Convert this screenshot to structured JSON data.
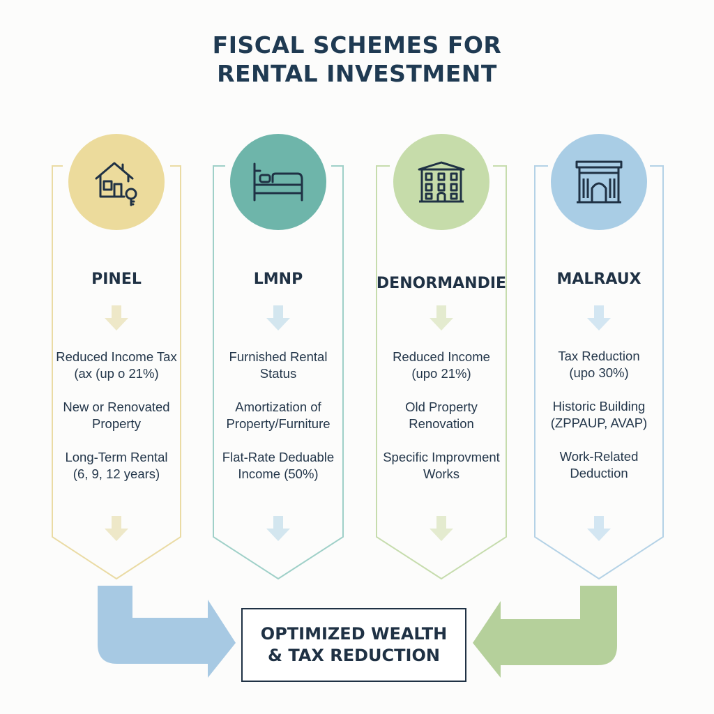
{
  "title": {
    "line1": "FISCAL SCHEMES FOR",
    "line2": "RENTAL INVESTMENT"
  },
  "schemes": [
    {
      "name": "PINEL",
      "icon": "house-key-icon",
      "accent": "#ecdb9c",
      "border": "#eadba4",
      "arrow": "#eee8c8",
      "features": [
        "Reduced Income Tax\n(ax (up o 21%)",
        "New or Renovated\nProperty",
        "Long-Term Rental\n(6, 9, 12 years)"
      ]
    },
    {
      "name": "LMNP",
      "icon": "bed-icon",
      "accent": "#6eb5aa",
      "border": "#9fd0c8",
      "arrow": "#d3e6ef",
      "features": [
        "Furnished Rental\nStatus",
        "Amortization of\nProperty/Furniture",
        "Flat-Rate Deduable\nIncome (50%)"
      ]
    },
    {
      "name": "DENORMANDIE",
      "icon": "old-building-icon",
      "accent": "#c6dcaa",
      "border": "#c6dcad",
      "arrow": "#e4ebcf",
      "features": [
        "Reduced Income\n(upo 21%)",
        "Old Property\nRenovation",
        "Specific Improvment\nWorks"
      ]
    },
    {
      "name": "MALRAUX",
      "icon": "arch-monument-icon",
      "accent": "#a9cde5",
      "border": "#b4d2e6",
      "arrow": "#d3e6f2",
      "features": [
        "Tax Reduction\n(upo 30%)",
        "Historic Building\n(ZPPAUP, AVAP)",
        "Work-Related\nDeduction"
      ]
    }
  ],
  "result": {
    "line1": "OPTIMIZED WEALTH",
    "line2": "& TAX REDUCTION"
  },
  "colors": {
    "left_connector": "#a7c9e3",
    "right_connector": "#b5d09b",
    "icon_stroke": "#1f3144"
  }
}
